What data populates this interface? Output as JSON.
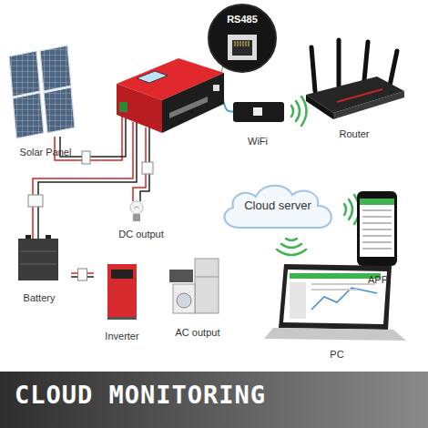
{
  "diagram": {
    "title": "CLOUD MONITORING",
    "nodes": [
      {
        "text": [
          "RS485"
        ]
      },
      {
        "text": [
          "WiFi"
        ]
      },
      {
        "text": [
          "Router"
        ]
      },
      {
        "text": [
          "Solar Panel"
        ]
      },
      {
        "text": [
          "Cloud server"
        ]
      },
      {
        "text": [
          "APP"
        ]
      },
      {
        "text": [
          "DC output"
        ]
      },
      {
        "text": [
          "PC"
        ]
      },
      {
        "text": [
          "Battery"
        ]
      },
      {
        "text": [
          "Inverter"
        ]
      },
      {
        "text": [
          "AC output"
        ]
      }
    ],
    "edges": [
      {
        "from": 8,
        "to": 9,
        "arrow": "none"
      }
    ]
  }
}
